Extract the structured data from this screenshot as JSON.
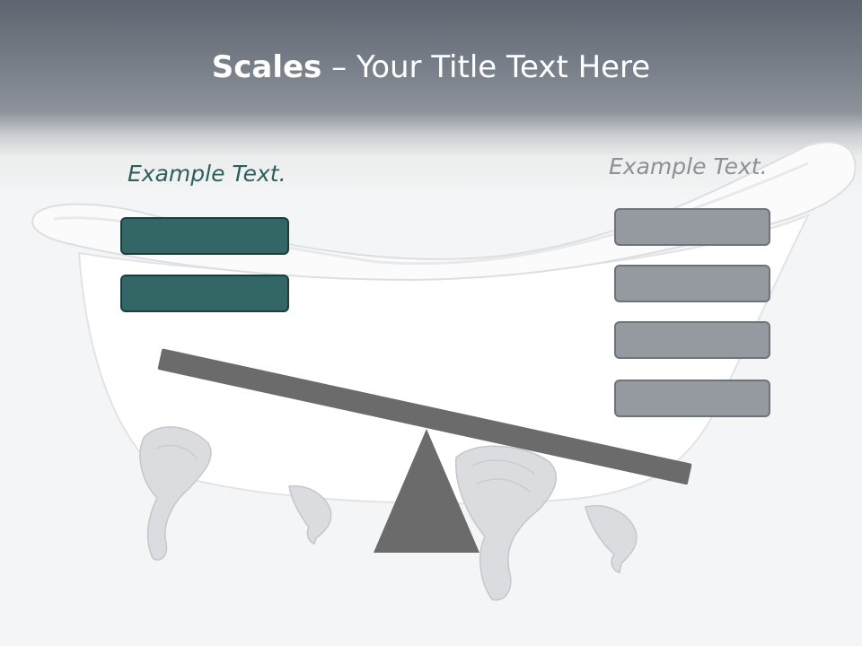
{
  "title": {
    "bold": "Scales",
    "rest": " – Your Title Text Here"
  },
  "left": {
    "label": "Example Text.",
    "box_count": 2
  },
  "right": {
    "label": "Example Text.",
    "box_count": 4
  },
  "colors": {
    "teal": "#336666",
    "grey": "#959aa1",
    "beam": "#6b6b6b",
    "header": "#5e6570"
  },
  "background_image": "clawfoot-bathtub"
}
